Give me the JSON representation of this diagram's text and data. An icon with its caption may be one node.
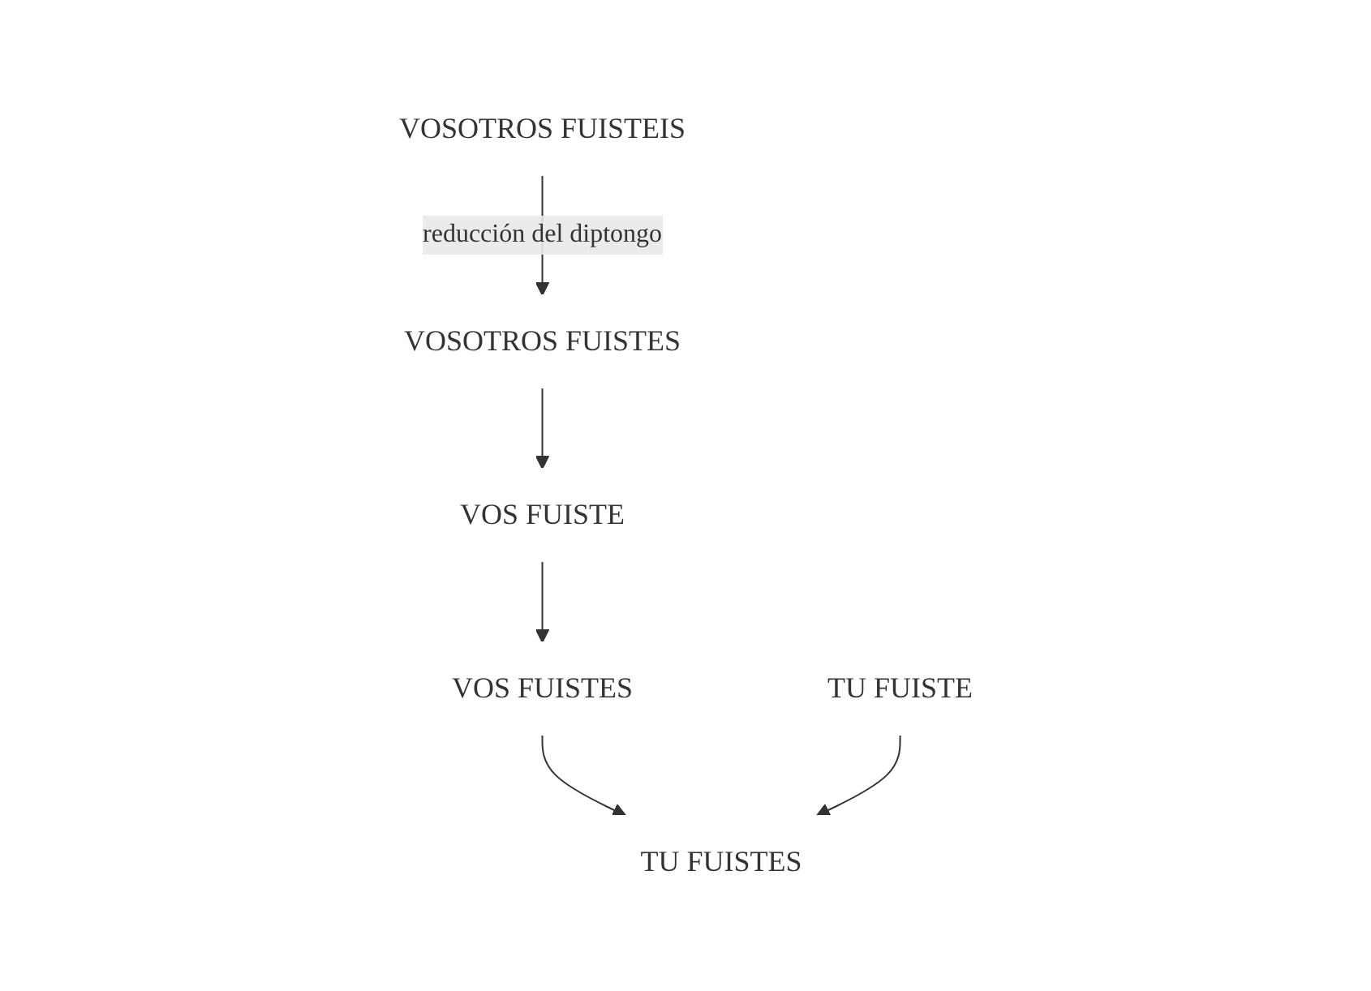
{
  "diagram": {
    "nodes": [
      {
        "text": [
          "VOSOTROS FUISTEIS"
        ]
      },
      {
        "text": [
          "TU FUISTE"
        ]
      },
      {
        "text": [
          "VOSOTROS FUISTES"
        ]
      },
      {
        "text": [
          "VOS FUISTE"
        ]
      },
      {
        "text": [
          "VOS FUISTES"
        ]
      },
      {
        "text": [
          "TU FUISTES"
        ]
      }
    ],
    "edges": [
      {
        "from": 0,
        "to": 2,
        "arrow": "to",
        "label": "reducción del diptongo"
      },
      {
        "from": 2,
        "to": 3,
        "arrow": "to"
      },
      {
        "from": 3,
        "to": 4,
        "arrow": "to"
      },
      {
        "from": 4,
        "to": 5,
        "arrow": "to"
      },
      {
        "from": 1,
        "to": 5,
        "arrow": "to"
      }
    ]
  }
}
